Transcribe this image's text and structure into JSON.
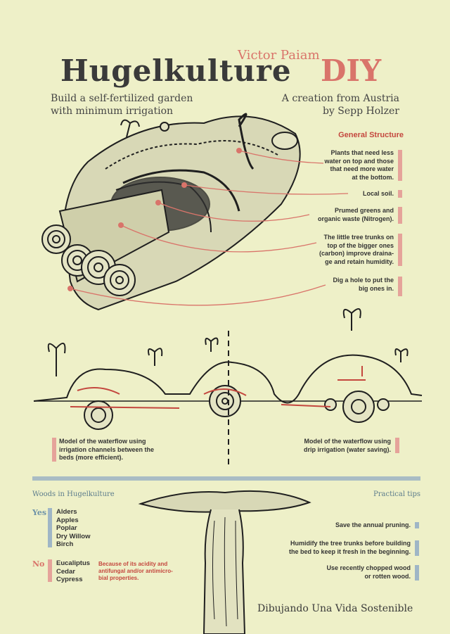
{
  "header": {
    "title": "Hugelkulture",
    "title_accent": "DIY",
    "author": "Victor Paiam",
    "subtitle_left": [
      "Build a self-fertilized garden",
      "with minimum irrigation"
    ],
    "subtitle_right": [
      "A creation from Austria",
      "by Sepp Holzer"
    ]
  },
  "structure": {
    "heading": "General Structure",
    "notes": [
      {
        "lines": [
          "Plants that need less",
          "water on top and those",
          "that need more water",
          "at the bottom."
        ]
      },
      {
        "lines": [
          "Local soil."
        ]
      },
      {
        "lines": [
          "Prumed greens and",
          "organic waste (Nitrogen)."
        ]
      },
      {
        "lines": [
          "The little tree trunks on",
          "top of the bigger ones",
          "(carbon) improve draina-",
          "ge and retain humidity."
        ]
      },
      {
        "lines": [
          "Dig a hole to put the",
          "big ones in."
        ]
      }
    ]
  },
  "waterflow": {
    "left_caption": [
      "Model of the waterflow using",
      "irrigation channels between the",
      "beds (more efficient)."
    ],
    "right_caption": [
      "Model of the waterflow using",
      "drip irrigation (water saving)."
    ]
  },
  "woods": {
    "heading": "Woods in Hugelkulture",
    "yes_label": "Yes",
    "yes_list": [
      "Alders",
      "Apples",
      "Poplar",
      "Dry Willow",
      "Birch"
    ],
    "no_label": "No",
    "no_list": [
      "Eucaliptus",
      "Cedar",
      "Cypress"
    ],
    "no_reason": [
      "Because of its acidity and",
      "antifungal and/or antimicro-",
      "bial properties."
    ]
  },
  "tips": {
    "heading": "Practical tips",
    "items": [
      {
        "lines": [
          "Save the annual pruning."
        ]
      },
      {
        "lines": [
          "Humidify the tree trunks before building",
          "the bed to keep it fresh in the beginning."
        ]
      },
      {
        "lines": [
          "Use recently chopped wood",
          "or rotten wood."
        ]
      }
    ]
  },
  "footer": {
    "text": "Dibujando Una Vida Sostenible"
  },
  "colors": {
    "background": "#eef0c8",
    "accent_red": "#d9746a",
    "accent_blue": "#9fb6c6",
    "ink": "#2b2b2b"
  }
}
